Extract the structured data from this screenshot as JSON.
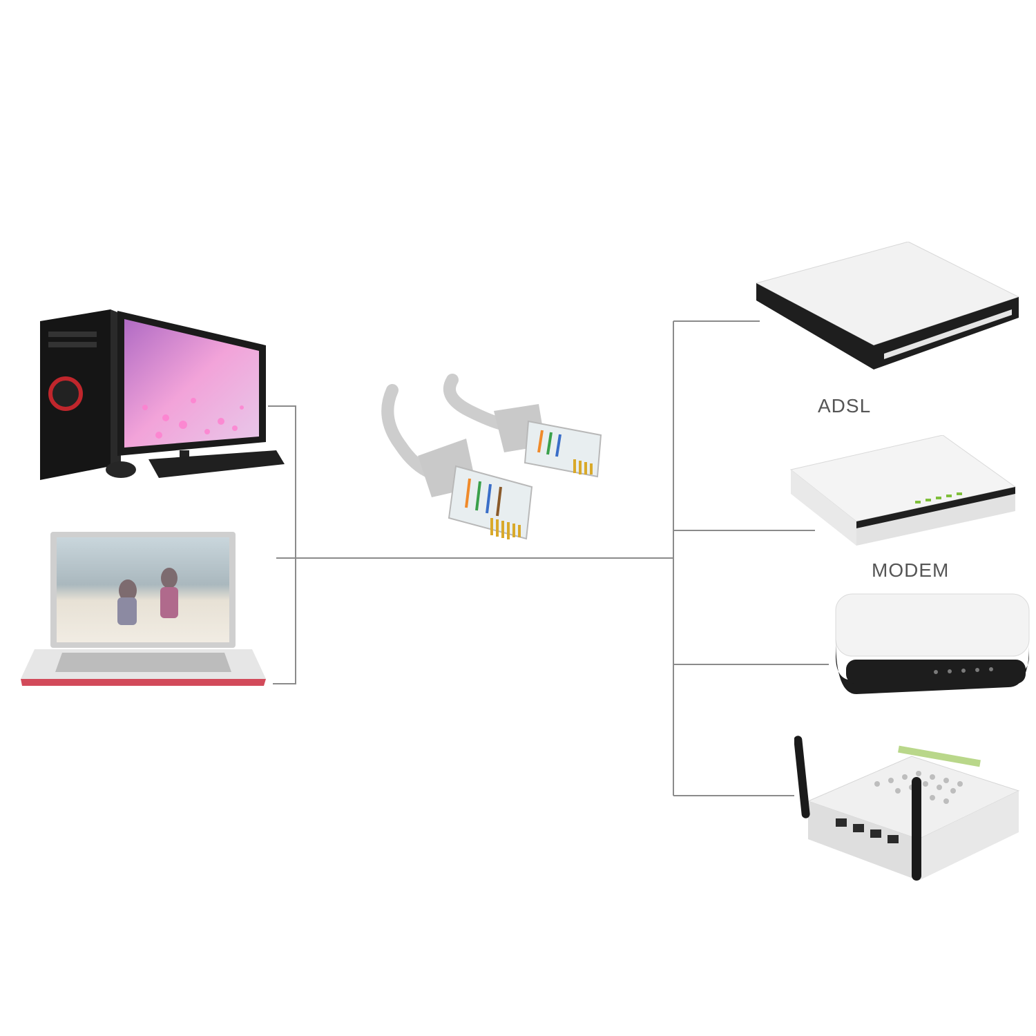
{
  "labels": {
    "adsl": "ADSL",
    "modem": "MODEM"
  },
  "devices": {
    "left": [
      "desktop-computer",
      "laptop"
    ],
    "center": "ethernet-cable",
    "right": [
      "adsl",
      "modem",
      "switch",
      "wireless-router"
    ]
  },
  "colors": {
    "connector_line": "#8a8a8a",
    "device_white": "#f4f4f4",
    "device_black": "#1a1a1a",
    "cable_gray": "#cfcfcf",
    "laptop_accent": "#d24a5a"
  }
}
